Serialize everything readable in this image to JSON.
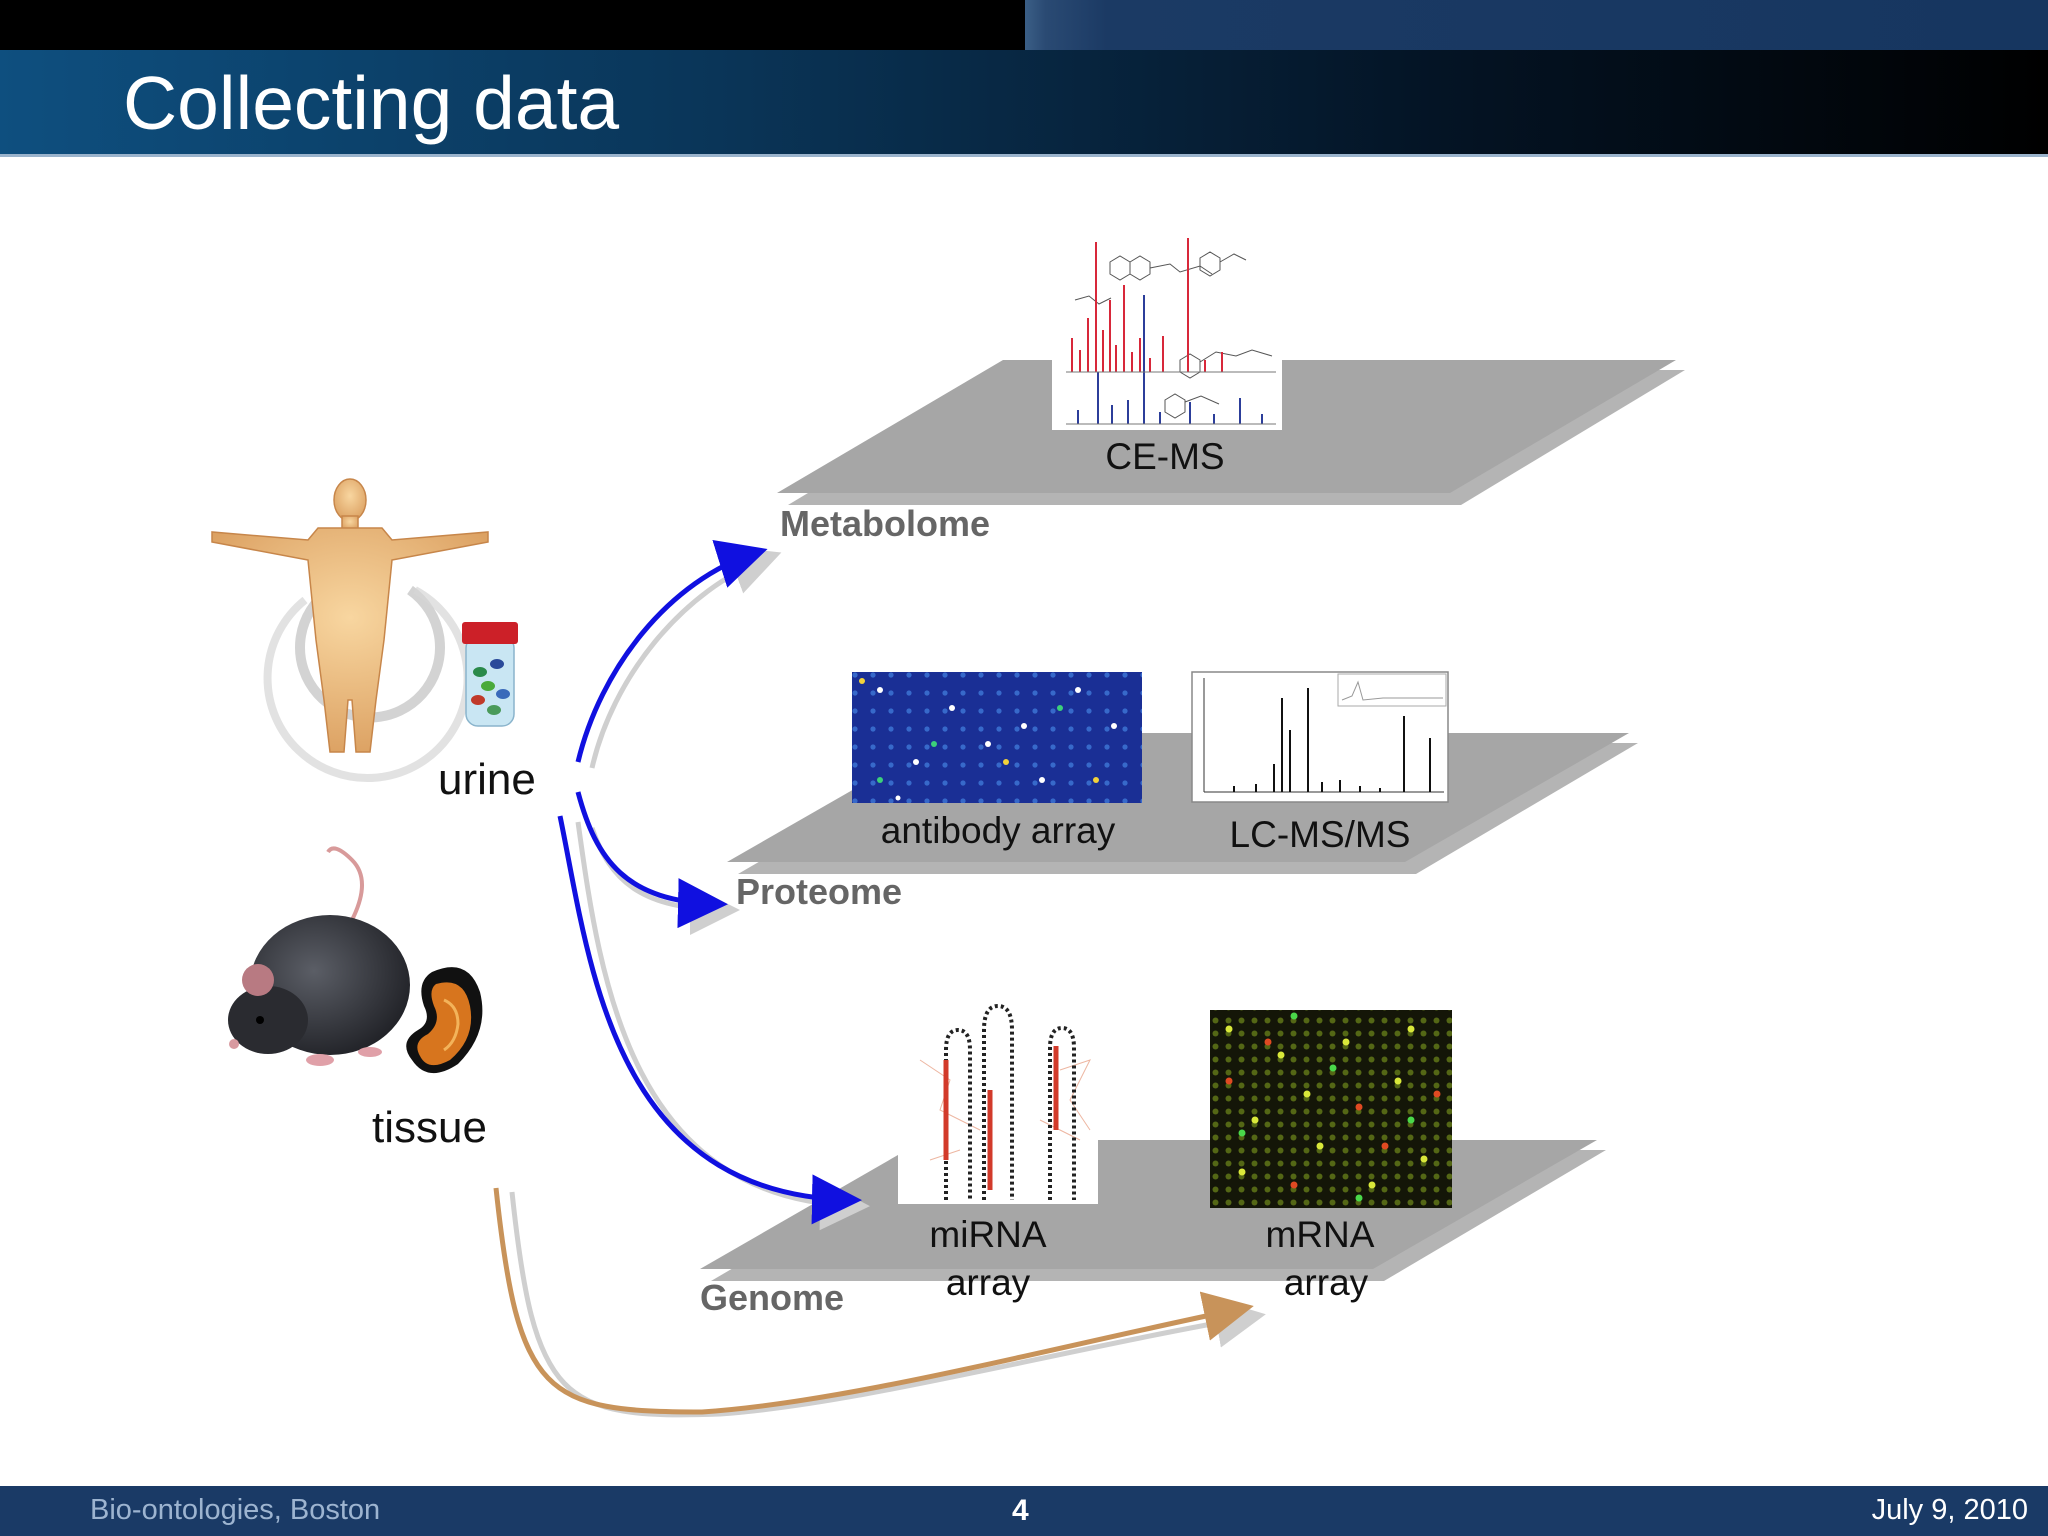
{
  "slide": {
    "title": "Collecting data"
  },
  "sources": {
    "urine": "urine",
    "tissue": "tissue"
  },
  "layers": {
    "metabolome": {
      "name": "Metabolome",
      "platforms": [
        "CE-MS"
      ]
    },
    "proteome": {
      "name": "Proteome",
      "platforms": [
        "antibody array",
        "LC-MS/MS"
      ]
    },
    "genome": {
      "name": "Genome",
      "platforms": [
        {
          "line1": "miRNA",
          "line2": "array"
        },
        {
          "line1": "mRNA",
          "line2": "array"
        }
      ]
    }
  },
  "footer": {
    "left": "Bio-ontologies, Boston",
    "page": "4",
    "right": "July 9, 2010"
  },
  "colors": {
    "arrow_urine": "#1010e0",
    "arrow_tissue": "#c8935a",
    "plane": "#a6a6a6",
    "title_bar": "#0a3558",
    "footer_bar": "#1a3a66"
  },
  "icons": [
    "human-body-icon",
    "urine-sample-tube-icon",
    "mouse-icon",
    "kidney-icon",
    "mass-spectrum-icon",
    "antibody-array-icon",
    "lc-msms-spectrum-icon",
    "mirna-structure-icon",
    "mrna-microarray-icon"
  ]
}
